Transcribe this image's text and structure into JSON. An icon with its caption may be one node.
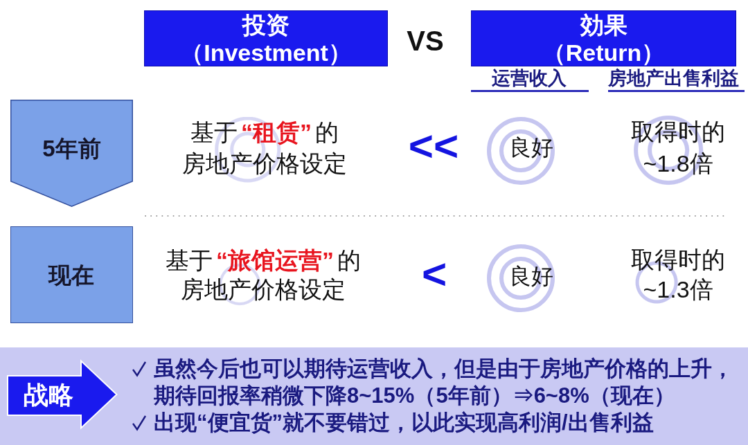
{
  "diagram": {
    "nodes": [
      {
        "text": [
          "投资",
          "（Investment）"
        ]
      },
      {
        "text": [
          "効果",
          "（Return）"
        ],
        "beside": [
          "运营收入",
          "房地产出售利益"
        ]
      },
      {
        "text": [
          "5年前"
        ]
      },
      {
        "text": [
          "现在"
        ]
      },
      {
        "text": [
          "虽然今后也可以期待运营收入，但是由于房地产价格的上升，期待回报率稍微下降8~15%（5年前）⇒6~8%（现在）",
          "出现“便宜货”就不要错过，以此实现高利润/出售利益"
        ]
      },
      {
        "text": [
          "战略"
        ],
        "in": 4
      }
    ],
    "labels": [
      "VS",
      "基于**“租赁”**的房地产价格设定",
      "<<",
      "良好",
      "取得时的~1.8倍",
      "基于**“旅馆运营”**的房地产价格设定",
      "<",
      "良好",
      "取得时的~1.3倍"
    ]
  }
}
